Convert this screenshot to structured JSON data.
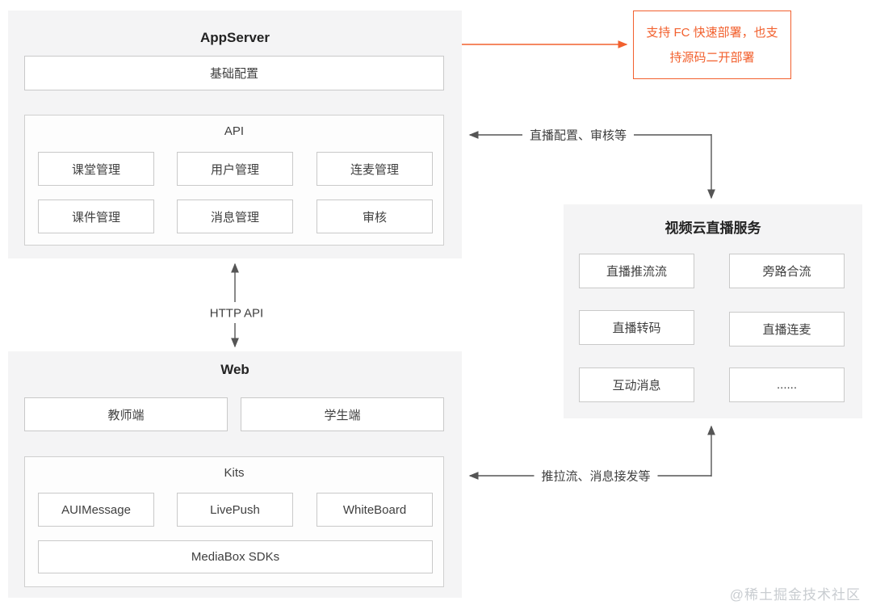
{
  "colors": {
    "accent_orange": "#F2602E",
    "line_gray": "#555555",
    "panel_gray": "#F4F4F5",
    "box_border": "#C9C9C9"
  },
  "appserver": {
    "title": "AppServer",
    "basic_config_label": "基础配置",
    "api": {
      "title": "API",
      "items": [
        "课堂管理",
        "用户管理",
        "连麦管理",
        "课件管理",
        "消息管理",
        "审核"
      ]
    }
  },
  "web": {
    "title": "Web",
    "clients": [
      "教师端",
      "学生端"
    ],
    "kits": {
      "title": "Kits",
      "items": [
        "AUIMessage",
        "LivePush",
        "WhiteBoard"
      ],
      "full_width_item": "MediaBox SDKs"
    }
  },
  "live_service": {
    "title": "视频云直播服务",
    "items": [
      "直播推流流",
      "旁路合流",
      "直播转码",
      "直播连麦",
      "互动消息",
      "......"
    ]
  },
  "callout": {
    "text": "支持 FC 快速部署，也支持源码二开部署"
  },
  "connectors": {
    "http_api": {
      "label": "HTTP API"
    },
    "appserver_live": {
      "label": "直播配置、审核等"
    },
    "web_live": {
      "label": "推拉流、消息接发等"
    }
  },
  "watermark": {
    "text": "@稀土掘金技术社区"
  }
}
